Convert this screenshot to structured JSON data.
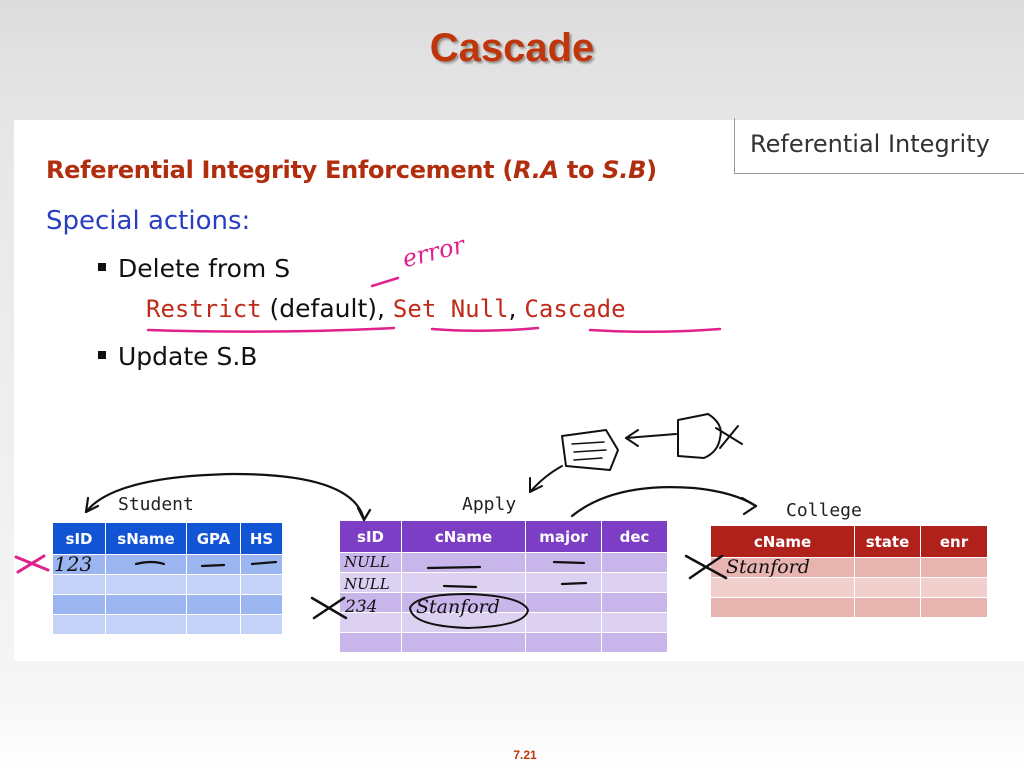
{
  "slide": {
    "title": "Cascade",
    "page_number": "7.21"
  },
  "content": {
    "tag_label": "Referential Integrity",
    "heading_main": "Referential Integrity Enforcement (",
    "heading_ra": "R.A",
    "heading_to": " to ",
    "heading_sb": "S.B",
    "heading_close": ")",
    "subheading": "Special actions:",
    "bullet_delete": "Delete from S",
    "action_restrict": "Restrict",
    "action_default": "(default),",
    "action_set_null": "Set Null",
    "action_comma": ",",
    "action_cascade": "Cascade",
    "bullet_update": "Update S.B"
  },
  "annotations": {
    "error_note": "error",
    "student_x_sid": "123",
    "apply_null_1": "NULL",
    "apply_null_2": "NULL",
    "apply_sid_234": "234",
    "apply_stanford": "Stanford",
    "college_stanford": "Stanford"
  },
  "tables": {
    "student": {
      "label": "Student",
      "columns": [
        "sID",
        "sName",
        "GPA",
        "HS"
      ]
    },
    "apply": {
      "label": "Apply",
      "columns": [
        "sID",
        "cName",
        "major",
        "dec"
      ]
    },
    "college": {
      "label": "College",
      "columns": [
        "cName",
        "state",
        "enr"
      ]
    }
  },
  "colors": {
    "title": "#c0360c",
    "heading": "#b02e0e",
    "subheading": "#2a3ec2",
    "ink_magenta": "#e0208c",
    "ink_black": "#111111",
    "student_header": "#1155d4",
    "apply_header": "#7b3ec4",
    "college_header": "#b0211c"
  }
}
